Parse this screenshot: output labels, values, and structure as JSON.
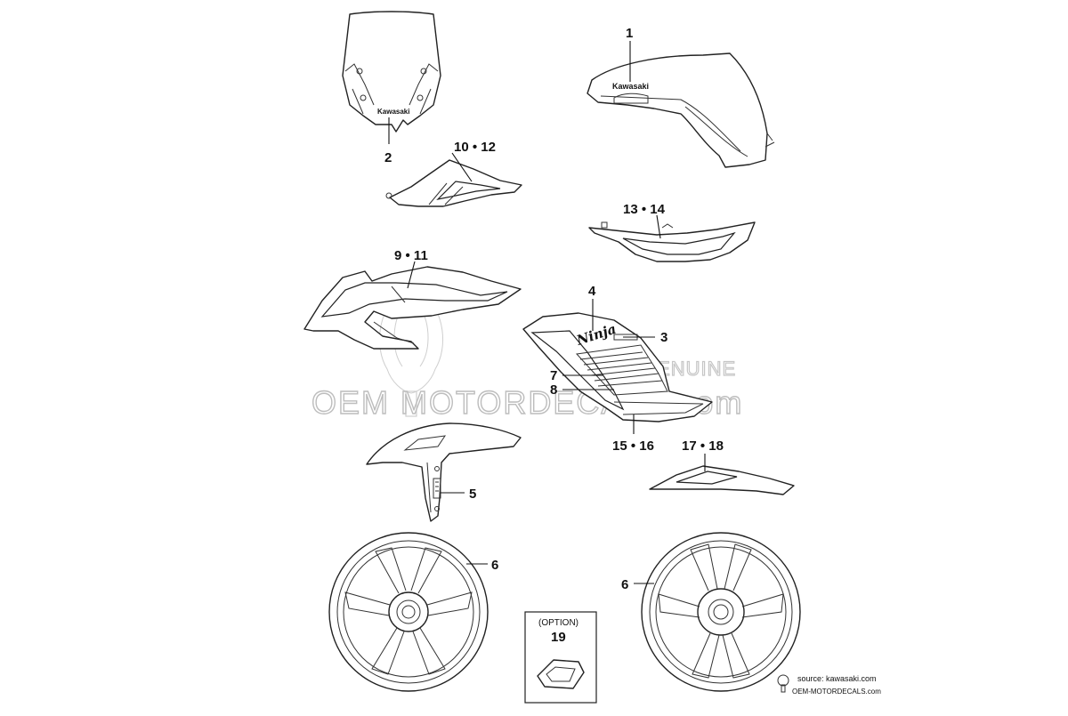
{
  "callouts": {
    "c1": "1",
    "c2": "2",
    "c10_12": "10 • 12",
    "c13_14": "13 • 14",
    "c9_11": "9 • 11",
    "c4": "4",
    "c3": "3",
    "c7": "7",
    "c8": "8",
    "c15_16": "15 • 16",
    "c17_18": "17 • 18",
    "c5": "5",
    "c6_left": "6",
    "c6_right": "6",
    "c19": "19"
  },
  "option_box": {
    "label": "(OPTION)",
    "number": "19"
  },
  "brand_marks": {
    "windshield": "Kawasaki",
    "tank": "Kawasaki",
    "fairing": "Ninja"
  },
  "watermark": {
    "main": "OEM MOTORDECALS.com",
    "genuine": "GENUINE"
  },
  "footer": {
    "source": "source: kawasaki.com",
    "site": "OEM-MOTORDECALS.com"
  }
}
